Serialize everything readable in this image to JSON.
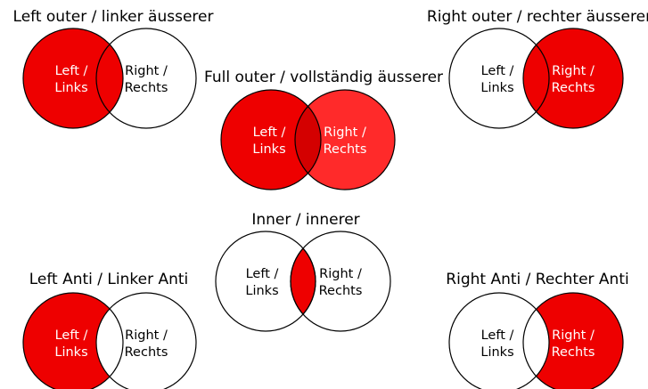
{
  "colors": {
    "filled": "#ee0000",
    "filled_light": "#ff2a2a",
    "overlap": "#d40000",
    "empty": "#ffffff",
    "stroke": "#000000",
    "text_on_fill": "#ffffff",
    "text_on_empty": "#000000"
  },
  "labels": {
    "left_line1": "Left /",
    "left_line2": "Links",
    "right_line1": "Right /",
    "right_line2": "Rechts"
  },
  "joins": [
    {
      "id": "left-outer",
      "title": "Left outer / linker äusserer",
      "fill_left": true,
      "fill_right": false,
      "fill_overlap": true
    },
    {
      "id": "right-outer",
      "title": "Right outer / rechter äusserer",
      "fill_left": false,
      "fill_right": true,
      "fill_overlap": true
    },
    {
      "id": "full-outer",
      "title": "Full outer / vollständig äusserer",
      "fill_left": true,
      "fill_right": true,
      "fill_overlap": true
    },
    {
      "id": "inner",
      "title": "Inner / innerer",
      "fill_left": false,
      "fill_right": false,
      "fill_overlap": true
    },
    {
      "id": "left-anti",
      "title": "Left Anti / Linker Anti",
      "fill_left": true,
      "fill_right": false,
      "fill_overlap": false
    },
    {
      "id": "right-anti",
      "title": "Right Anti / Rechter Anti",
      "fill_left": false,
      "fill_right": true,
      "fill_overlap": false
    }
  ]
}
